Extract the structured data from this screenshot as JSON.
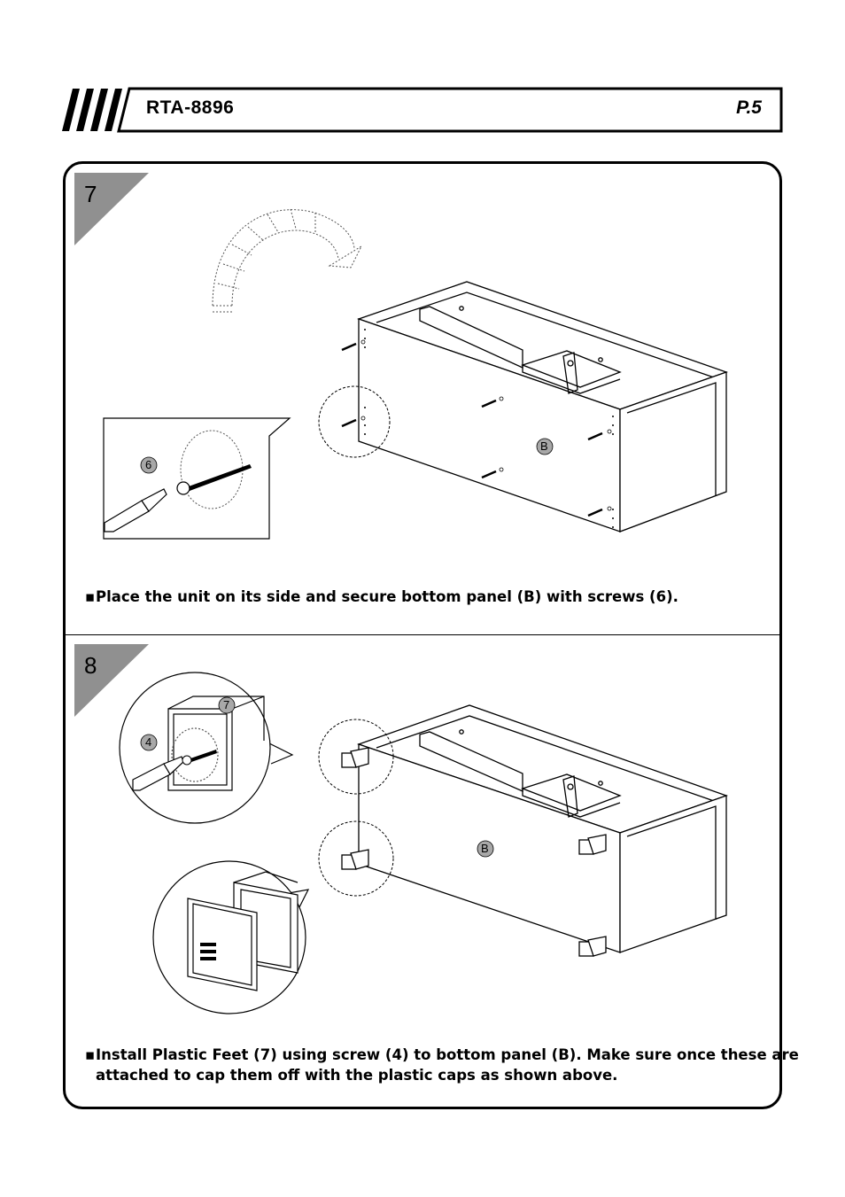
{
  "header": {
    "model": "RTA-8896",
    "page": "P.5"
  },
  "steps": [
    {
      "number": "7",
      "instruction": "Place the unit on its side and secure bottom panel (B) with screws (6).",
      "labels": {
        "screw": "6",
        "panel": "B"
      }
    },
    {
      "number": "8",
      "instruction_line1": "Install Plastic Feet (7) using screw (4) to bottom panel (B). Make sure once these are",
      "instruction_line2": "attached to cap them off with the plastic caps as shown above.",
      "labels": {
        "foot": "7",
        "screw": "4",
        "panel": "B"
      }
    }
  ],
  "colors": {
    "step_badge": "#909090",
    "label_badge": "#a8a8a8"
  }
}
